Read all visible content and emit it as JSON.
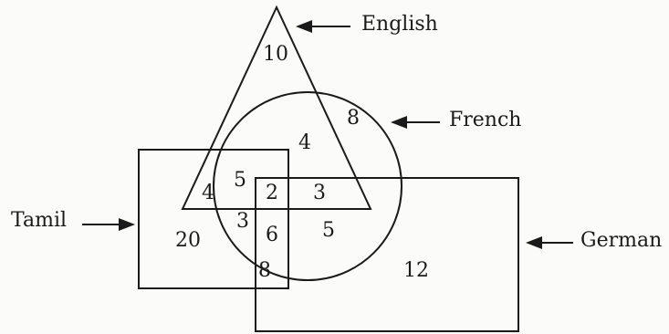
{
  "labels": {
    "english": "English",
    "french": "French",
    "tamil": "Tamil",
    "german": "German"
  },
  "regions": {
    "english_only": "10",
    "french_only": "8",
    "english_french": "4",
    "english_tamil": "4",
    "english_french_tamil": "5",
    "all_four": "2",
    "english_french_german": "3",
    "tamil_only": "20",
    "tamil_french": "3",
    "tamil_french_german": "6",
    "french_german": "5",
    "tamil_german": "8",
    "german_only": "12"
  },
  "colors": {
    "ink": "#1a1a1a",
    "paper": "#fbfbfa"
  }
}
